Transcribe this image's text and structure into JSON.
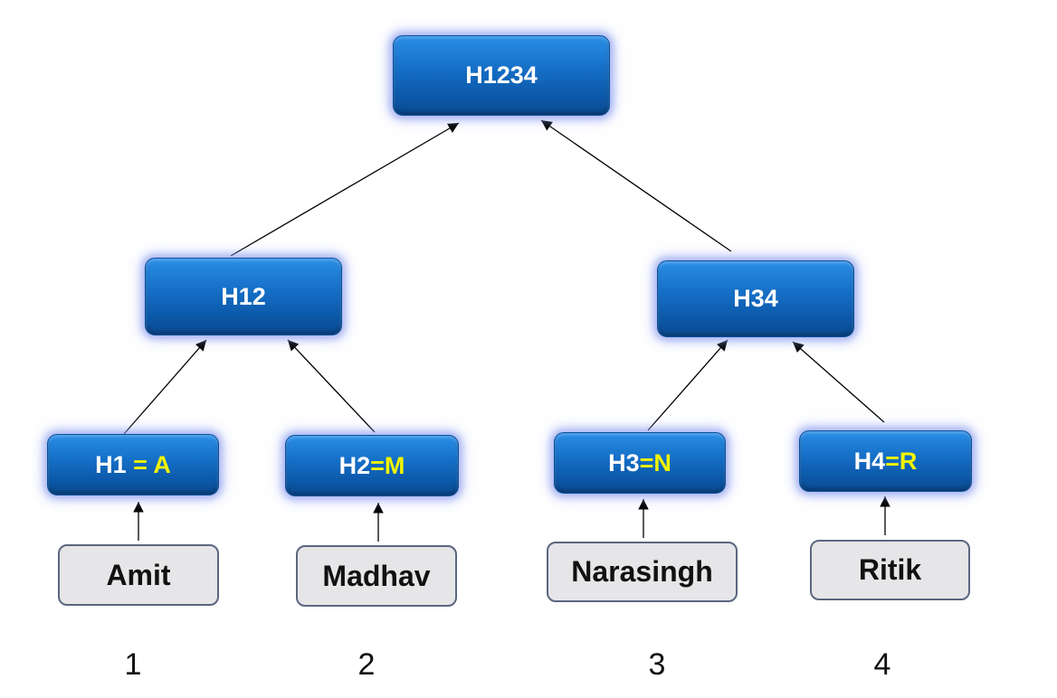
{
  "root": {
    "label": "H1234"
  },
  "level1": [
    {
      "label": "H12"
    },
    {
      "label": "H34"
    }
  ],
  "level2": [
    {
      "base": "H1 ",
      "assign": "= A"
    },
    {
      "base": "H2",
      "assign": "=M"
    },
    {
      "base": "H3",
      "assign": "=N"
    },
    {
      "base": "H4",
      "assign": "=R"
    }
  ],
  "leaves": [
    {
      "name": "Amit"
    },
    {
      "name": "Madhav"
    },
    {
      "name": "Narasingh"
    },
    {
      "name": "Ritik"
    }
  ],
  "indices": [
    "1",
    "2",
    "3",
    "4"
  ],
  "colors": {
    "node_fill": "#1670c8",
    "node_glow": "#8ca0f0",
    "assign_text": "#f4f400",
    "leaf_fill": "#e6e6e8",
    "leaf_border": "#5a6680",
    "arrow": "#000000"
  }
}
